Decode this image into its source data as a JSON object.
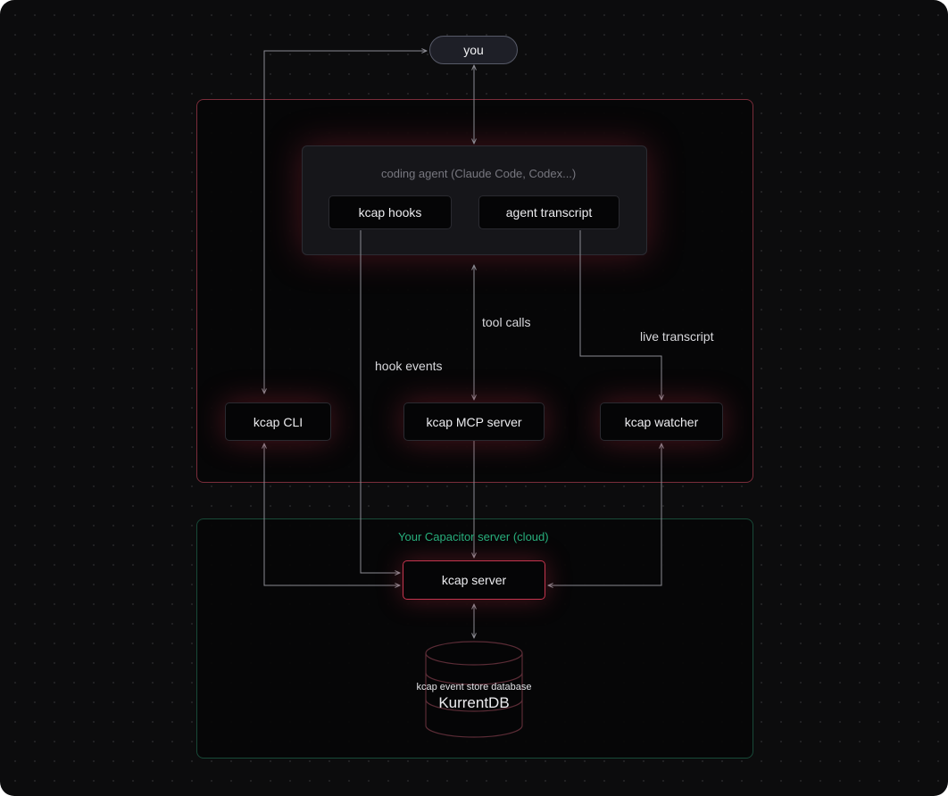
{
  "nodes": {
    "you": "you",
    "coding_agent": "coding agent (Claude Code, Codex...)",
    "kcap_hooks": "kcap hooks",
    "agent_transcript": "agent transcript",
    "kcap_cli": "kcap CLI",
    "kcap_mcp_server": "kcap MCP server",
    "kcap_watcher": "kcap watcher",
    "kcap_server": "kcap server"
  },
  "edges": {
    "tool_calls": "tool calls",
    "live_transcript": "live transcript",
    "hook_events": "hook events"
  },
  "cloud": {
    "title": "Your Capacitor server (cloud)"
  },
  "database": {
    "caption": "kcap event store database",
    "name": "KurrentDB"
  },
  "colors": {
    "background": "#0c0c0d",
    "local_frame_border": "#7a2d3a",
    "cloud_frame_border": "#184a38",
    "cloud_title": "#27b07d",
    "server_border": "#c4354e",
    "wire": "#8a8a92"
  }
}
